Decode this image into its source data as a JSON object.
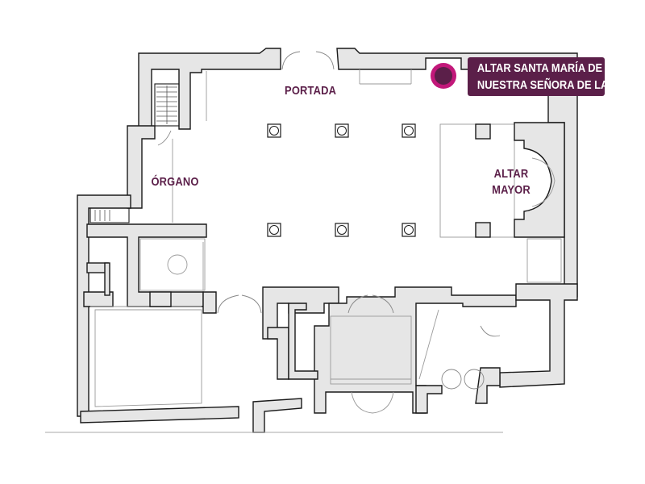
{
  "labels": {
    "portada": "PORTADA",
    "organo": "ÓRGANO",
    "altar_mayor_line1": "ALTAR",
    "altar_mayor_line2": "MAYOR"
  },
  "callout": {
    "line1": "ALTAR SANTA MARÍA DE",
    "line2": "NUESTRA SEÑORA DE LA O"
  },
  "colors": {
    "label": "#5b1f49",
    "callout_bg": "#5b1f49",
    "marker_ring": "#c2187a",
    "marker_fill": "#5b1f49",
    "wall_fill": "#e6e6e6"
  }
}
